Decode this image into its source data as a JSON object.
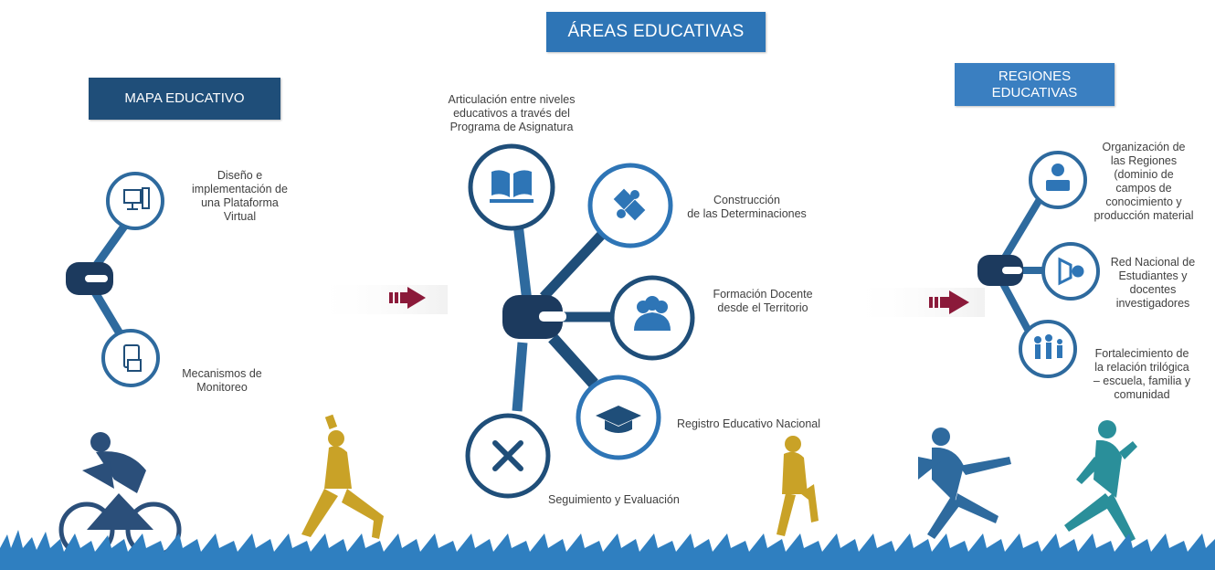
{
  "headers": {
    "areas": "ÁREAS EDUCATIVAS",
    "mapa": "MAPA EDUCATIVO",
    "regiones": "REGIONES\nEDUCATIVAS"
  },
  "mapa_items": [
    {
      "label": "Diseño e\nimplementación  de\nuna Plataforma\nVirtual",
      "icon": "computer-icon"
    },
    {
      "label": "Mecanismos de\nMonitoreo",
      "icon": "tablet-icon"
    }
  ],
  "areas_items": [
    {
      "label": "Articulación entre niveles\neducativos a través del\nPrograma de Asignatura",
      "icon": "book-icon"
    },
    {
      "label": "Construcción\nde las Determinaciones",
      "icon": "puzzle-icon"
    },
    {
      "label": "Formación Docente\ndesde el Territorio",
      "icon": "people-icon"
    },
    {
      "label": "Registro Educativo Nacional",
      "icon": "graduation-cap-icon"
    },
    {
      "label": "Seguimiento y Evaluación",
      "icon": "tools-icon"
    }
  ],
  "regiones_items": [
    {
      "label": "Organización de\nlas Regiones\n(dominio de\ncampos de\nconocimiento y\nproducción material",
      "icon": "palette-book-icon"
    },
    {
      "label": "Red Nacional de\nEstudiantes y\ndocentes\ninvestigadores",
      "icon": "megaphone-icon"
    },
    {
      "label": "Fortalecimiento de\nla relación trilógica\n– escuela, familia y\ncomunidad",
      "icon": "family-icon"
    }
  ],
  "colors": {
    "dark_navy": "#1c3a5e",
    "blue": "#2e6a9e",
    "light_blue": "#3a7fc1",
    "arrow": "#8b1a3a",
    "gold": "#c9a227",
    "grass": "#2f7fc0"
  }
}
